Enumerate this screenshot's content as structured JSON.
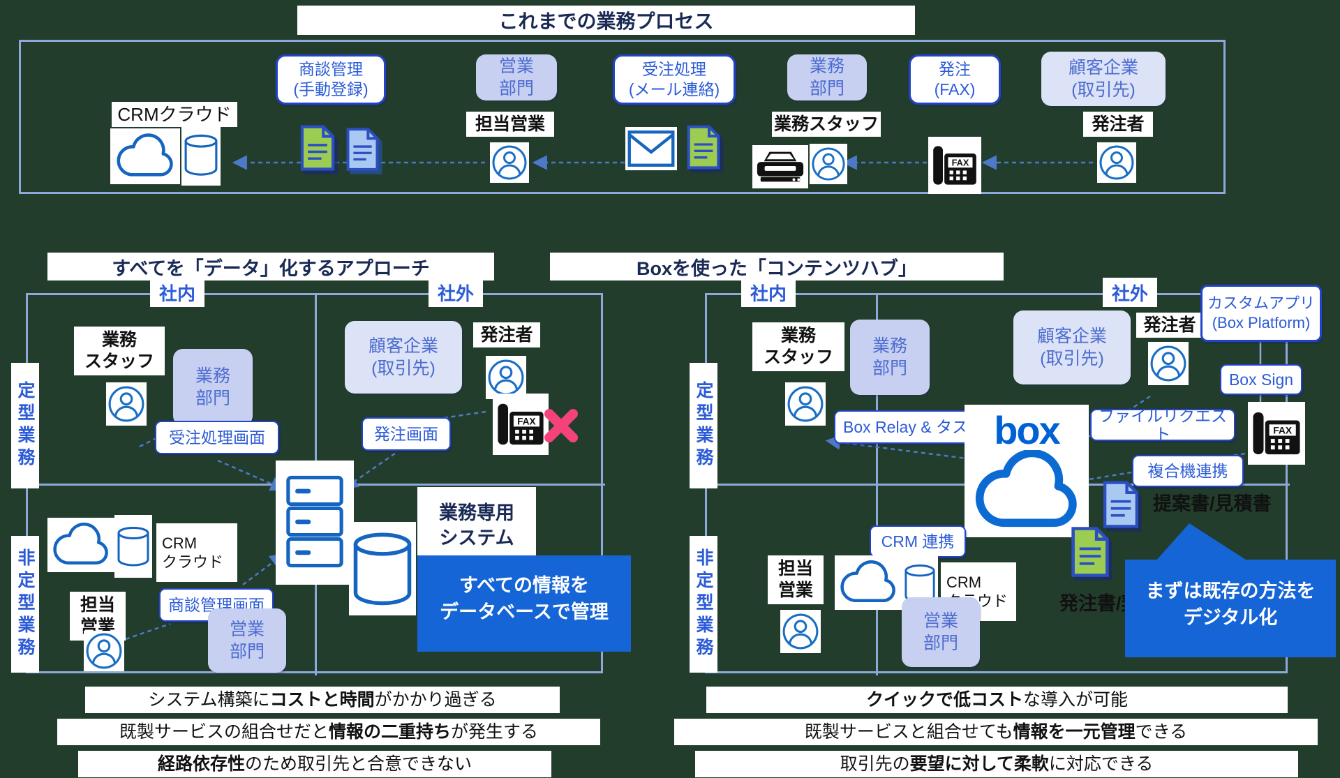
{
  "colors": {
    "background": "#223d2c",
    "accent_blue": "#1565d6",
    "box_brand_blue": "#0061d5",
    "border_blue": "#2244cc",
    "panel_border": "#8ea9d9",
    "lavender": "#c8d0f2",
    "lavender_light": "#dde3f6",
    "navy_text": "#1a2a55",
    "arrow_blue": "#4d79c7",
    "pink_x": "#f4437a",
    "doc_green": "#9ccc52",
    "doc_blue": "#a9c9f2"
  },
  "icons": {
    "fax_label": "FAX"
  },
  "quadrant": {
    "inside": "社内",
    "outside": "社外",
    "routine": "定型業務",
    "nonroutine": "非定型業務"
  },
  "top": {
    "title": "これまでの業務プロセス",
    "deal_box": "商談管理\n(手動登録)",
    "sales_dept": "営業\n部門",
    "order_box": "受注処理\n(メール連絡)",
    "ops_dept": "業務\n部門",
    "fax_box": "発注\n(FAX)",
    "customer_box": "顧客企業\n(取引先)",
    "crm": "CRMクラウド",
    "sales_rep": "担当営業",
    "ops_staff": "業務スタッフ",
    "orderer": "発注者"
  },
  "left": {
    "title": "すべてを「データ」化するアプローチ",
    "staff": "業務\nスタッフ",
    "ops_dept": "業務\n部門",
    "customer": "顧客企業\n(取引先)",
    "orderer": "発注者",
    "order_screen": "受注処理画面",
    "purchase_screen": "発注画面",
    "deal_screen": "商談管理画面",
    "crm": "CRM\nクラウド",
    "sales_rep": "担当\n営業",
    "sales_dept": "営業\n部門",
    "system": "業務専用\nシステム",
    "callout_l1": "すべての情報を",
    "callout_l2": "データベースで管理",
    "bars": [
      {
        "pre": "システム構築に",
        "bold": "コストと時間",
        "post": "がかかり過ぎる"
      },
      {
        "pre": "既製サービスの組合せだと",
        "bold": "情報の二重持ち",
        "post": "が発生する"
      },
      {
        "pre": "",
        "bold": "経路依存性",
        "post": "のため取引先と合意できない"
      }
    ]
  },
  "right": {
    "title": "Boxを使った「コンテンツハブ」",
    "staff": "業務\nスタッフ",
    "ops_dept": "業務\n部門",
    "customer": "顧客企業\n(取引先)",
    "orderer": "発注者",
    "custom_app": "カスタムアプリ\n(Box Platform)",
    "box_sign": "Box Sign",
    "file_request": "ファイルリクエスト",
    "mfp_link": "複合機連携",
    "relay": "Box Relay & タスク",
    "crm_link": "CRM 連携",
    "crm": "CRM\nクラウド",
    "sales_rep": "担当\n営業",
    "sales_dept": "営業\n部門",
    "box_logo": "box",
    "doc_proposal": "提案書/見積書",
    "doc_order": "発注書/契約書",
    "callout_l1": "まずは既存の方法を",
    "callout_l2": "デジタル化",
    "bars": [
      {
        "pre": "",
        "bold": "クイックで低コスト",
        "post": "な導入が可能"
      },
      {
        "pre": "既製サービスと組合せても",
        "bold": "情報を一元管理",
        "post": "できる"
      },
      {
        "pre": "取引先の",
        "bold": "要望に対して柔軟",
        "post": "に対応できる"
      }
    ]
  }
}
